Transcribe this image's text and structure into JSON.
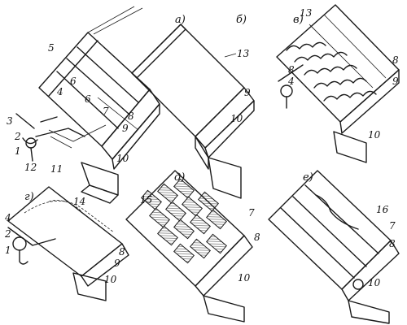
{
  "panels": {
    "a": {
      "caption": "а)",
      "labels": [
        "5",
        "4",
        "6",
        "6",
        "7",
        "3",
        "2",
        "1",
        "12",
        "11",
        "8",
        "9",
        "10"
      ]
    },
    "b": {
      "caption": "б)",
      "labels": [
        "13",
        "9",
        "10"
      ]
    },
    "v": {
      "caption": "в)",
      "labels": [
        "13",
        "8",
        "4",
        "8",
        "9",
        "10"
      ]
    },
    "g": {
      "caption": "г)",
      "labels": [
        "14",
        "4",
        "2",
        "1",
        "8",
        "9",
        "10"
      ]
    },
    "d": {
      "caption": "д)",
      "labels": [
        "15",
        "7",
        "8",
        "10"
      ]
    },
    "e": {
      "caption": "е)",
      "labels": [
        "16",
        "7",
        "8",
        "10"
      ]
    }
  }
}
